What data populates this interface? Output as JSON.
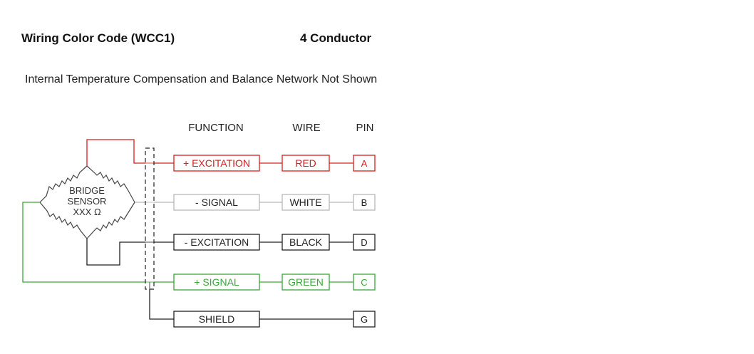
{
  "header": {
    "title": "Wiring Color Code (WCC1)",
    "conductor": "4 Conductor"
  },
  "note": "Internal Temperature Compensation and Balance Network Not Shown",
  "columns": {
    "function": "FUNCTION",
    "wire": "WIRE",
    "pin": "PIN"
  },
  "sensor": {
    "line1": "BRIDGE",
    "line2": "SENSOR",
    "line3": "XXX Ω"
  },
  "colors": {
    "red": "#d42020",
    "white": "#b8b8b8",
    "black": "#222222",
    "green": "#3aa63a"
  },
  "rows": [
    {
      "function": "+ EXCITATION",
      "wire": "RED",
      "pin": "A",
      "color": "red"
    },
    {
      "function": "- SIGNAL",
      "wire": "WHITE",
      "pin": "B",
      "color": "white"
    },
    {
      "function": "- EXCITATION",
      "wire": "BLACK",
      "pin": "D",
      "color": "black"
    },
    {
      "function": "+ SIGNAL",
      "wire": "GREEN",
      "pin": "C",
      "color": "green"
    },
    {
      "function": "SHIELD",
      "wire": "",
      "pin": "G",
      "color": "black"
    }
  ]
}
